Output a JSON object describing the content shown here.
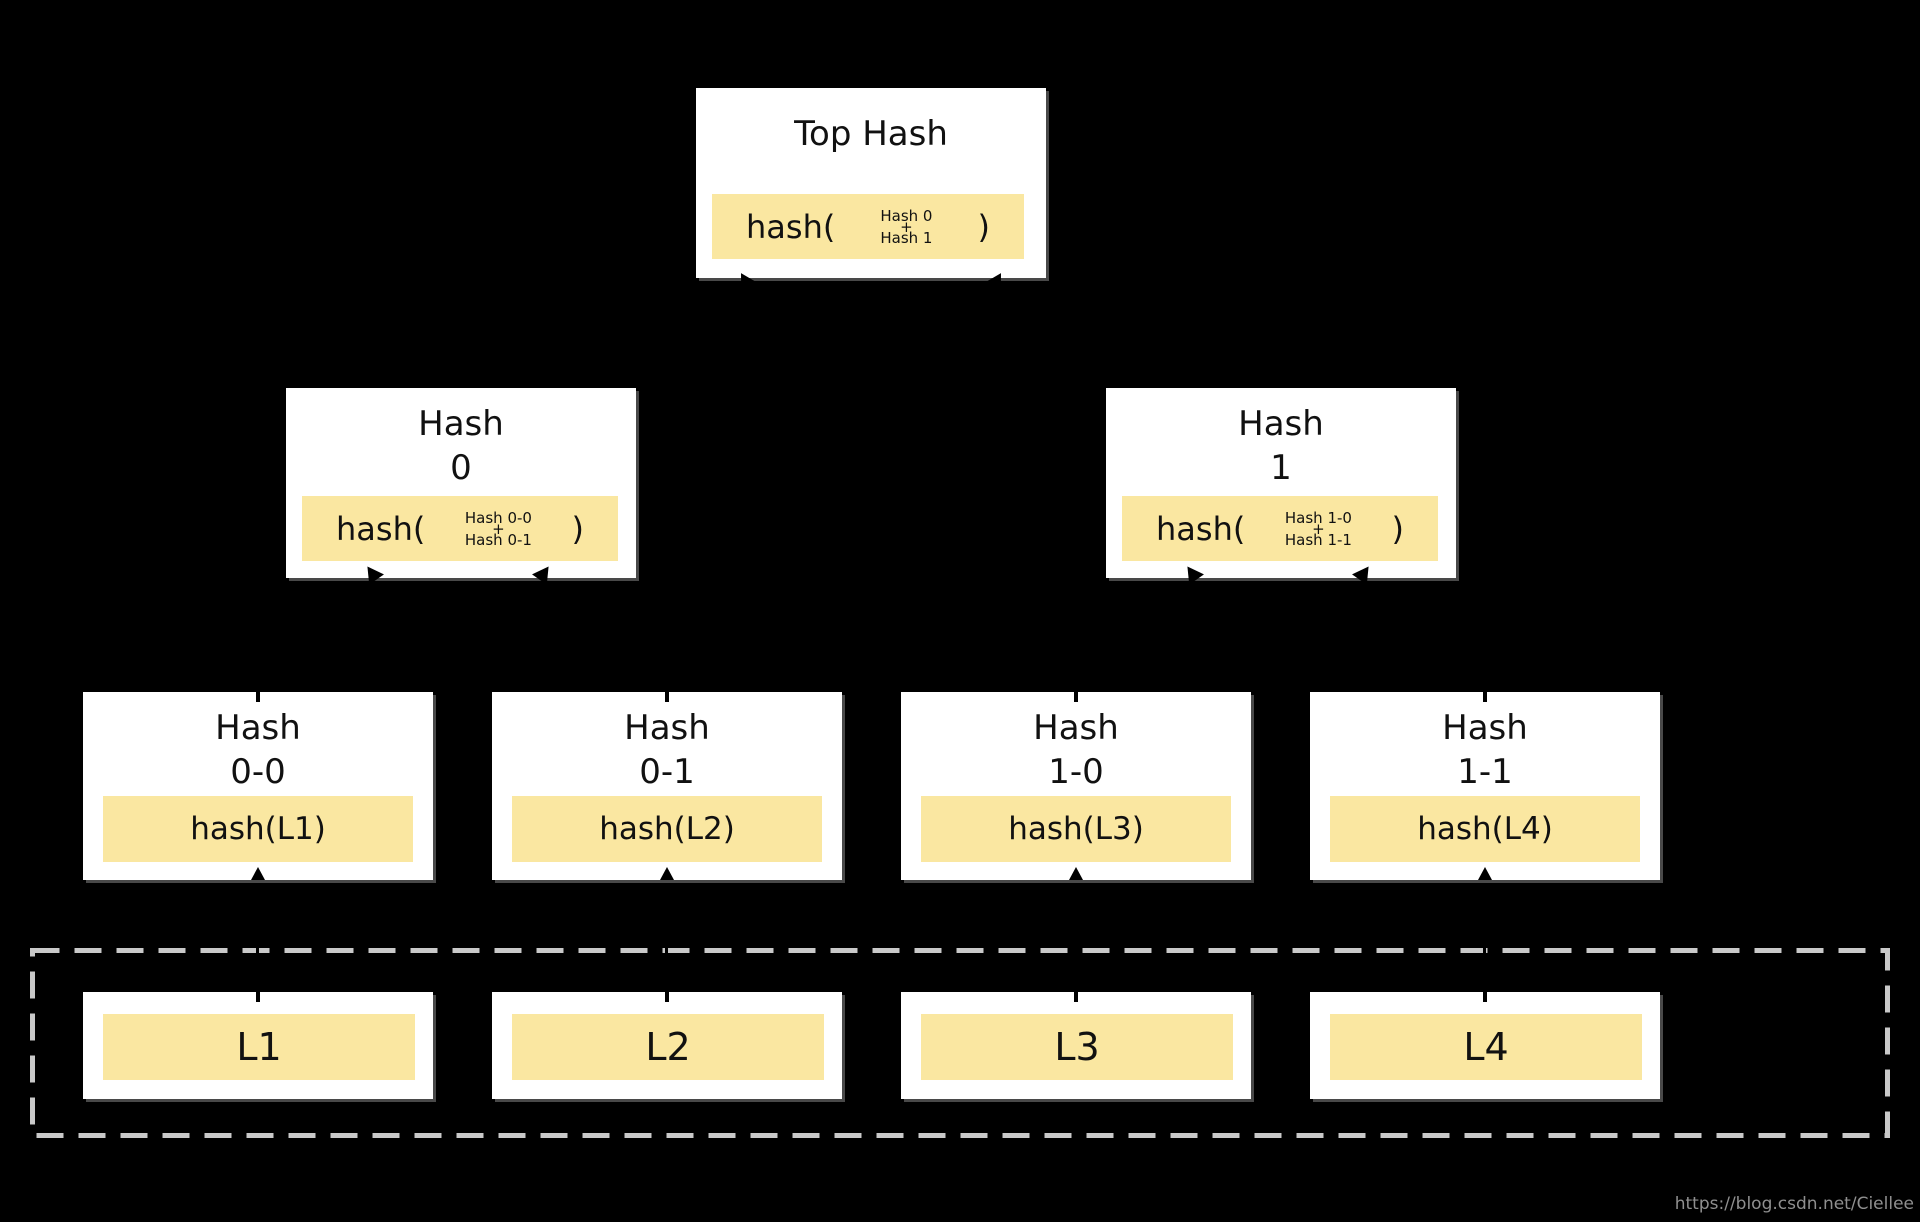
{
  "colors": {
    "bg": "#000000",
    "node": "#ffffff",
    "hl": "#fae7a1",
    "dash": "#c9c9c9",
    "watermark": "#8f8f8f",
    "text": "#111111",
    "arrow": "#000000"
  },
  "tree": {
    "root": {
      "title": "Top Hash",
      "formula": {
        "prefix": "hash(",
        "operand_top": "Hash 0",
        "operator": "+",
        "operand_bottom": "Hash 1",
        "suffix": ")"
      }
    },
    "level2": [
      {
        "title_line1": "Hash",
        "title_line2": "0",
        "formula": {
          "prefix": "hash(",
          "operand_top": "Hash 0-0",
          "operator": "+",
          "operand_bottom": "Hash 0-1",
          "suffix": ")"
        }
      },
      {
        "title_line1": "Hash",
        "title_line2": "1",
        "formula": {
          "prefix": "hash(",
          "operand_top": "Hash 1-0",
          "operator": "+",
          "operand_bottom": "Hash 1-1",
          "suffix": ")"
        }
      }
    ],
    "level3": [
      {
        "title_line1": "Hash",
        "title_line2": "0-0",
        "formula": "hash(L1)"
      },
      {
        "title_line1": "Hash",
        "title_line2": "0-1",
        "formula": "hash(L2)"
      },
      {
        "title_line1": "Hash",
        "title_line2": "1-0",
        "formula": "hash(L3)"
      },
      {
        "title_line1": "Hash",
        "title_line2": "1-1",
        "formula": "hash(L4)"
      }
    ],
    "leaves": [
      {
        "label": "L1"
      },
      {
        "label": "L2"
      },
      {
        "label": "L3"
      },
      {
        "label": "L4"
      }
    ]
  },
  "watermark": "https://blog.csdn.net/Ciellee"
}
